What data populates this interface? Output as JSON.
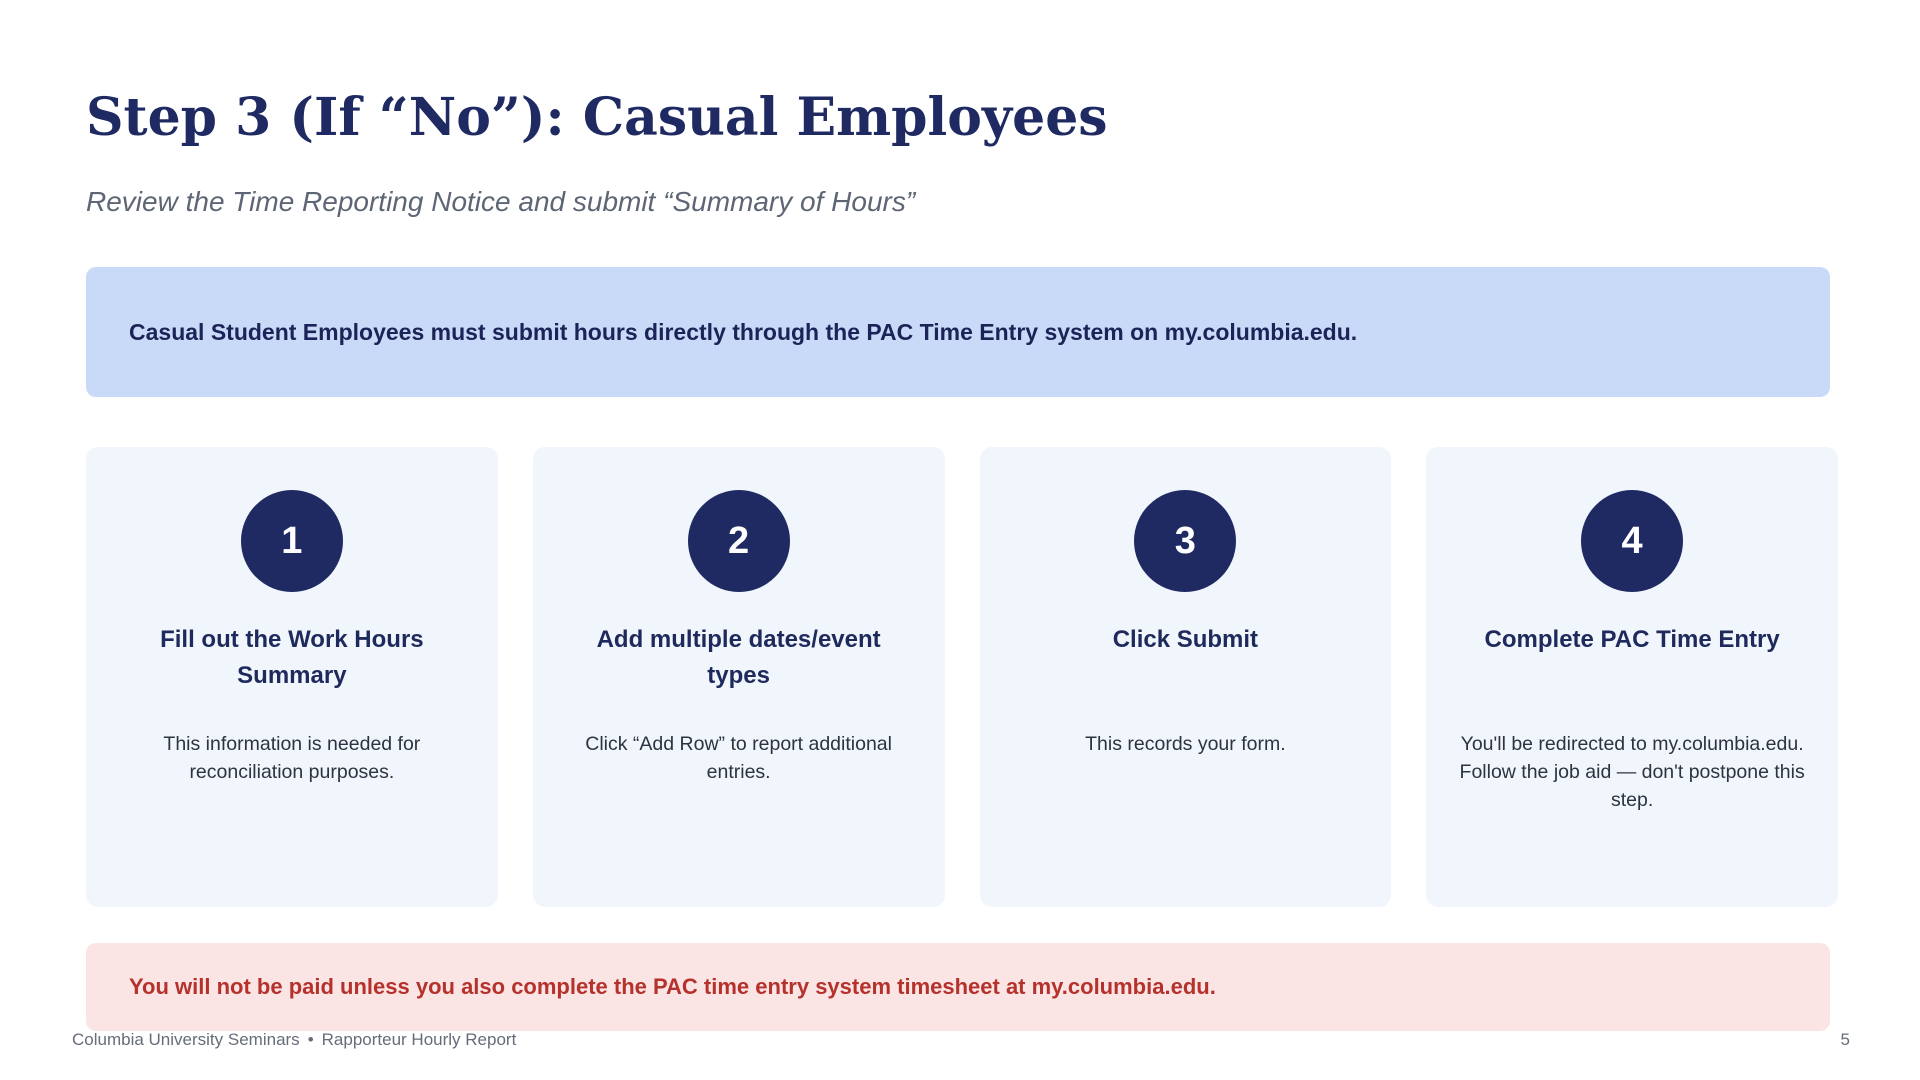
{
  "slide": {
    "title": "Step 3 (If “No”): Casual Employees",
    "subtitle": "Review the Time Reporting Notice and submit “Summary of Hours”"
  },
  "info_banner": {
    "text": "Casual Student Employees must submit hours directly through the PAC Time Entry system on my.columbia.edu."
  },
  "steps": [
    {
      "number": "1",
      "title": "Fill out the Work Hours Summary",
      "description": "This information is needed for reconciliation purposes."
    },
    {
      "number": "2",
      "title": "Add multiple dates/event types",
      "description": "Click “Add Row” to report additional entries."
    },
    {
      "number": "3",
      "title": "Click Submit",
      "description": "This records your form."
    },
    {
      "number": "4",
      "title": "Complete PAC Time Entry",
      "description": "You'll be redirected to my.columbia.edu. Follow the job aid — don't postpone this step."
    }
  ],
  "warning_banner": {
    "text": "You will not be paid unless you also complete the PAC time entry system timesheet at my.columbia.edu."
  },
  "footer": {
    "organization": "Columbia University Seminars",
    "separator": "•",
    "document": "Rapporteur Hourly Report",
    "page_number": "5"
  },
  "colors": {
    "title": "#1f2a63",
    "info_banner_bg": "#c9daf8",
    "card_bg": "#f1f5fc",
    "step_circle": "#1f2a63",
    "warning_banner_bg": "#fbe4e4",
    "warning_text": "#b5322c"
  }
}
